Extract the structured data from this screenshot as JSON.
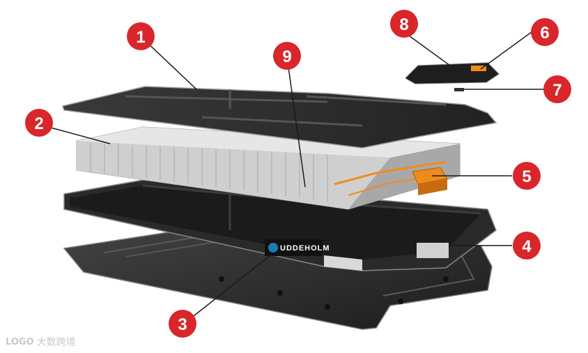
{
  "callouts": [
    {
      "number": "1",
      "label": "1"
    },
    {
      "number": "2",
      "label": "2"
    },
    {
      "number": "3",
      "label": "3"
    },
    {
      "number": "4",
      "label": "4"
    },
    {
      "number": "5",
      "label": "5"
    },
    {
      "number": "6",
      "label": "6"
    },
    {
      "number": "7",
      "label": "7"
    },
    {
      "number": "8",
      "label": "8"
    },
    {
      "number": "9",
      "label": "9"
    }
  ],
  "brand": {
    "text": "UDDEHOLM"
  },
  "watermark": {
    "logo": "LOGO",
    "text": "大数跨境"
  },
  "colors": {
    "callout_red": "#d9262b",
    "dark_metal": "#2b2b2b",
    "cell_silver": "#d9d9d9",
    "accent_orange": "#f08a1c",
    "brand_blue": "#1f78b4"
  }
}
